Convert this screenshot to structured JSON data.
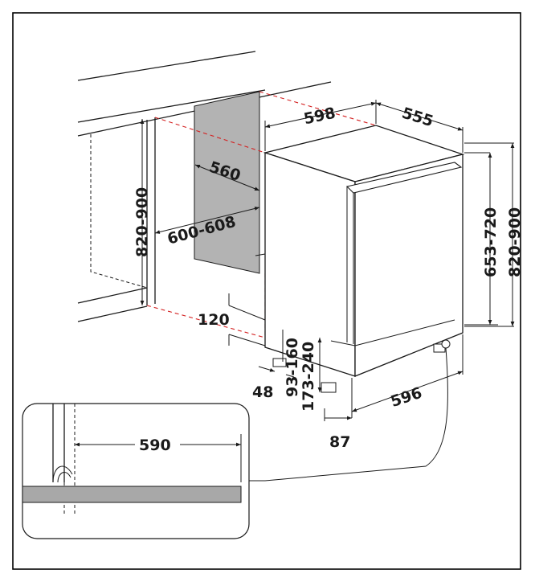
{
  "dimensions": {
    "niche_width": "600-608",
    "niche_depth": "560",
    "niche_height": "820-900",
    "appliance_width_top": "598",
    "appliance_depth": "555",
    "appliance_height": "653-720",
    "appliance_height_max": "820-900",
    "plinth_height": "120",
    "foot_offset": "48",
    "plinth_range_a": "93-160",
    "plinth_range_b": "173-240",
    "base_width": "596",
    "foot_depth": "87",
    "hinge_clearance": "590"
  },
  "colors": {
    "outline": "#1a1a1a",
    "guide_dashed": "#d42020",
    "wall_panel": "#b3b3b3",
    "worktop_strip": "#a8a8a8",
    "frame_border": "#000000"
  }
}
